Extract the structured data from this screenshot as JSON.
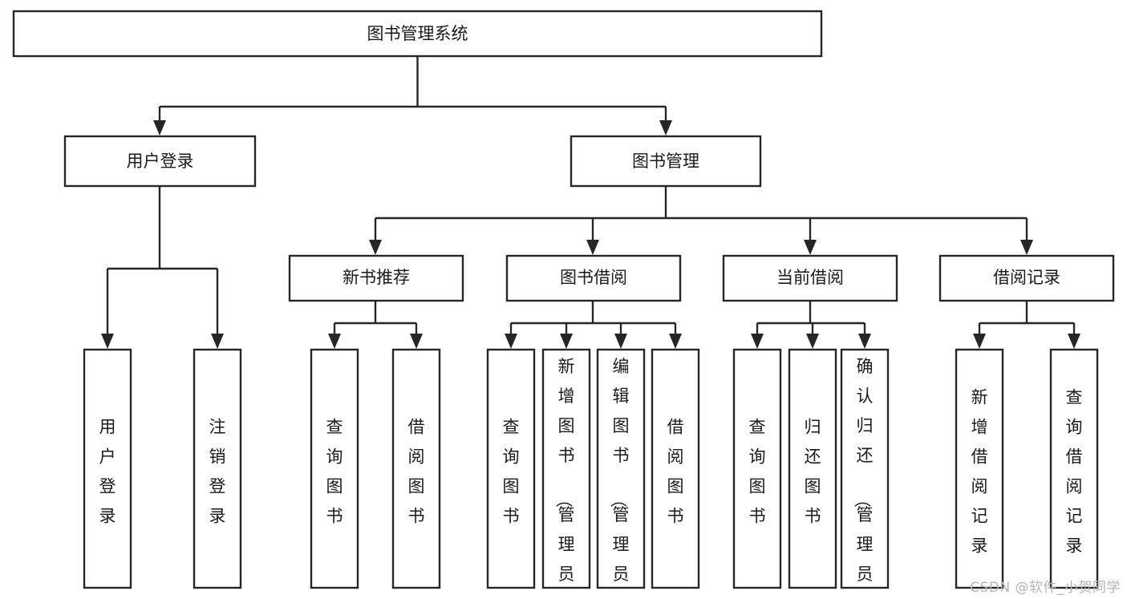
{
  "diagram": {
    "type": "tree",
    "title": "图书管理系统",
    "orientation": "top-down",
    "watermark": "CSDN @软件_小贺同学",
    "colors": {
      "box_fill": "#ffffff",
      "box_stroke": "#262626",
      "line": "#262626",
      "text": "#1a1a1a",
      "watermark": "#b4b4b4",
      "background": "#ffffff"
    },
    "root": {
      "id": "root",
      "label": "图书管理系统",
      "orientation": "horizontal"
    },
    "level1": [
      {
        "id": "user-login",
        "label": "用户登录",
        "orientation": "horizontal"
      },
      {
        "id": "book-manage",
        "label": "图书管理",
        "orientation": "horizontal"
      }
    ],
    "level2": [
      {
        "id": "new-book-recommend",
        "label": "新书推荐",
        "parent": "book-manage",
        "orientation": "horizontal"
      },
      {
        "id": "book-borrow",
        "label": "图书借阅",
        "parent": "book-manage",
        "orientation": "horizontal"
      },
      {
        "id": "current-borrow",
        "label": "当前借阅",
        "parent": "book-manage",
        "orientation": "horizontal"
      },
      {
        "id": "borrow-record",
        "label": "借阅记录",
        "parent": "book-manage",
        "orientation": "horizontal"
      }
    ],
    "leaves": [
      {
        "id": "leaf-user-login",
        "label": "用户登录",
        "parent": "user-login",
        "orientation": "vertical"
      },
      {
        "id": "leaf-user-logout",
        "label": "注销登录",
        "parent": "user-login",
        "orientation": "vertical"
      },
      {
        "id": "leaf-query-book-1",
        "label": "查询图书",
        "parent": "new-book-recommend",
        "orientation": "vertical"
      },
      {
        "id": "leaf-borrow-book-1",
        "label": "借阅图书",
        "parent": "new-book-recommend",
        "orientation": "vertical"
      },
      {
        "id": "leaf-query-book-2",
        "label": "查询图书",
        "parent": "book-borrow",
        "orientation": "vertical"
      },
      {
        "id": "leaf-add-book",
        "label": "新增图书（管理员）",
        "parent": "book-borrow",
        "orientation": "vertical"
      },
      {
        "id": "leaf-edit-book",
        "label": "编辑图书（管理员）",
        "parent": "book-borrow",
        "orientation": "vertical"
      },
      {
        "id": "leaf-borrow-book-2",
        "label": "借阅图书",
        "parent": "book-borrow",
        "orientation": "vertical"
      },
      {
        "id": "leaf-query-book-3",
        "label": "查询图书",
        "parent": "current-borrow",
        "orientation": "vertical"
      },
      {
        "id": "leaf-return-book",
        "label": "归还图书",
        "parent": "current-borrow",
        "orientation": "vertical"
      },
      {
        "id": "leaf-confirm-return",
        "label": "确认归还（管理员）",
        "parent": "current-borrow",
        "orientation": "vertical"
      },
      {
        "id": "leaf-add-record",
        "label": "新增借阅记录",
        "parent": "borrow-record",
        "orientation": "vertical"
      },
      {
        "id": "leaf-query-record",
        "label": "查询借阅记录",
        "parent": "borrow-record",
        "orientation": "vertical"
      }
    ]
  }
}
